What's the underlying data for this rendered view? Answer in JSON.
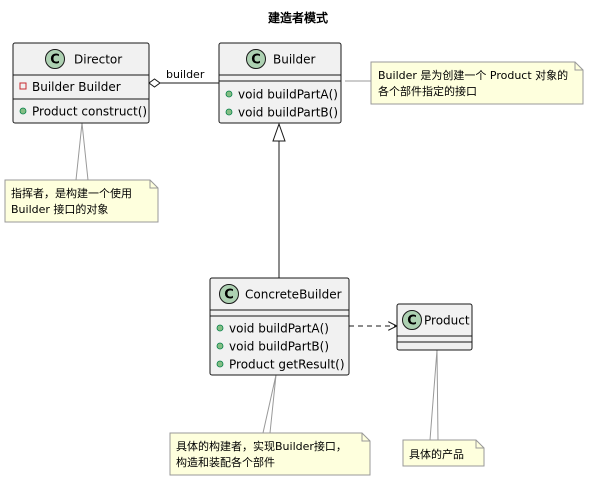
{
  "title": "建造者模式",
  "classes": {
    "director": {
      "name": "Director",
      "stereotype": "C",
      "attributes": [
        "Builder Builder"
      ],
      "methods": [
        "Product construct()"
      ]
    },
    "builder": {
      "name": "Builder",
      "stereotype": "C",
      "attributes": [],
      "methods": [
        "void buildPartA()",
        "void buildPartB()"
      ]
    },
    "concrete_builder": {
      "name": "ConcreteBuilder",
      "stereotype": "C",
      "attributes": [],
      "methods": [
        "void buildPartA()",
        "void buildPartB()",
        "Product getResult()"
      ]
    },
    "product": {
      "name": "Product",
      "stereotype": "C",
      "attributes": [],
      "methods": []
    }
  },
  "associations": {
    "director_builder_label": "builder"
  },
  "notes": {
    "builder_note": [
      "Builder 是为创建一个 Product 对象的",
      "各个部件指定的接口"
    ],
    "director_note": [
      "指挥者，是构建一个使用",
      "Builder 接口的对象"
    ],
    "concrete_note": [
      "具体的构建者，实现Builder接口，",
      "构造和装配各个部件"
    ],
    "product_note": [
      "具体的产品"
    ]
  },
  "colors": {
    "class_fill": "#f1f1f1",
    "class_border": "#181818",
    "stereotype_circle": "#add1b2",
    "note_fill": "#feffdd",
    "note_border": "#999999",
    "private_marker": "#c82930",
    "public_marker": "#84be84"
  }
}
